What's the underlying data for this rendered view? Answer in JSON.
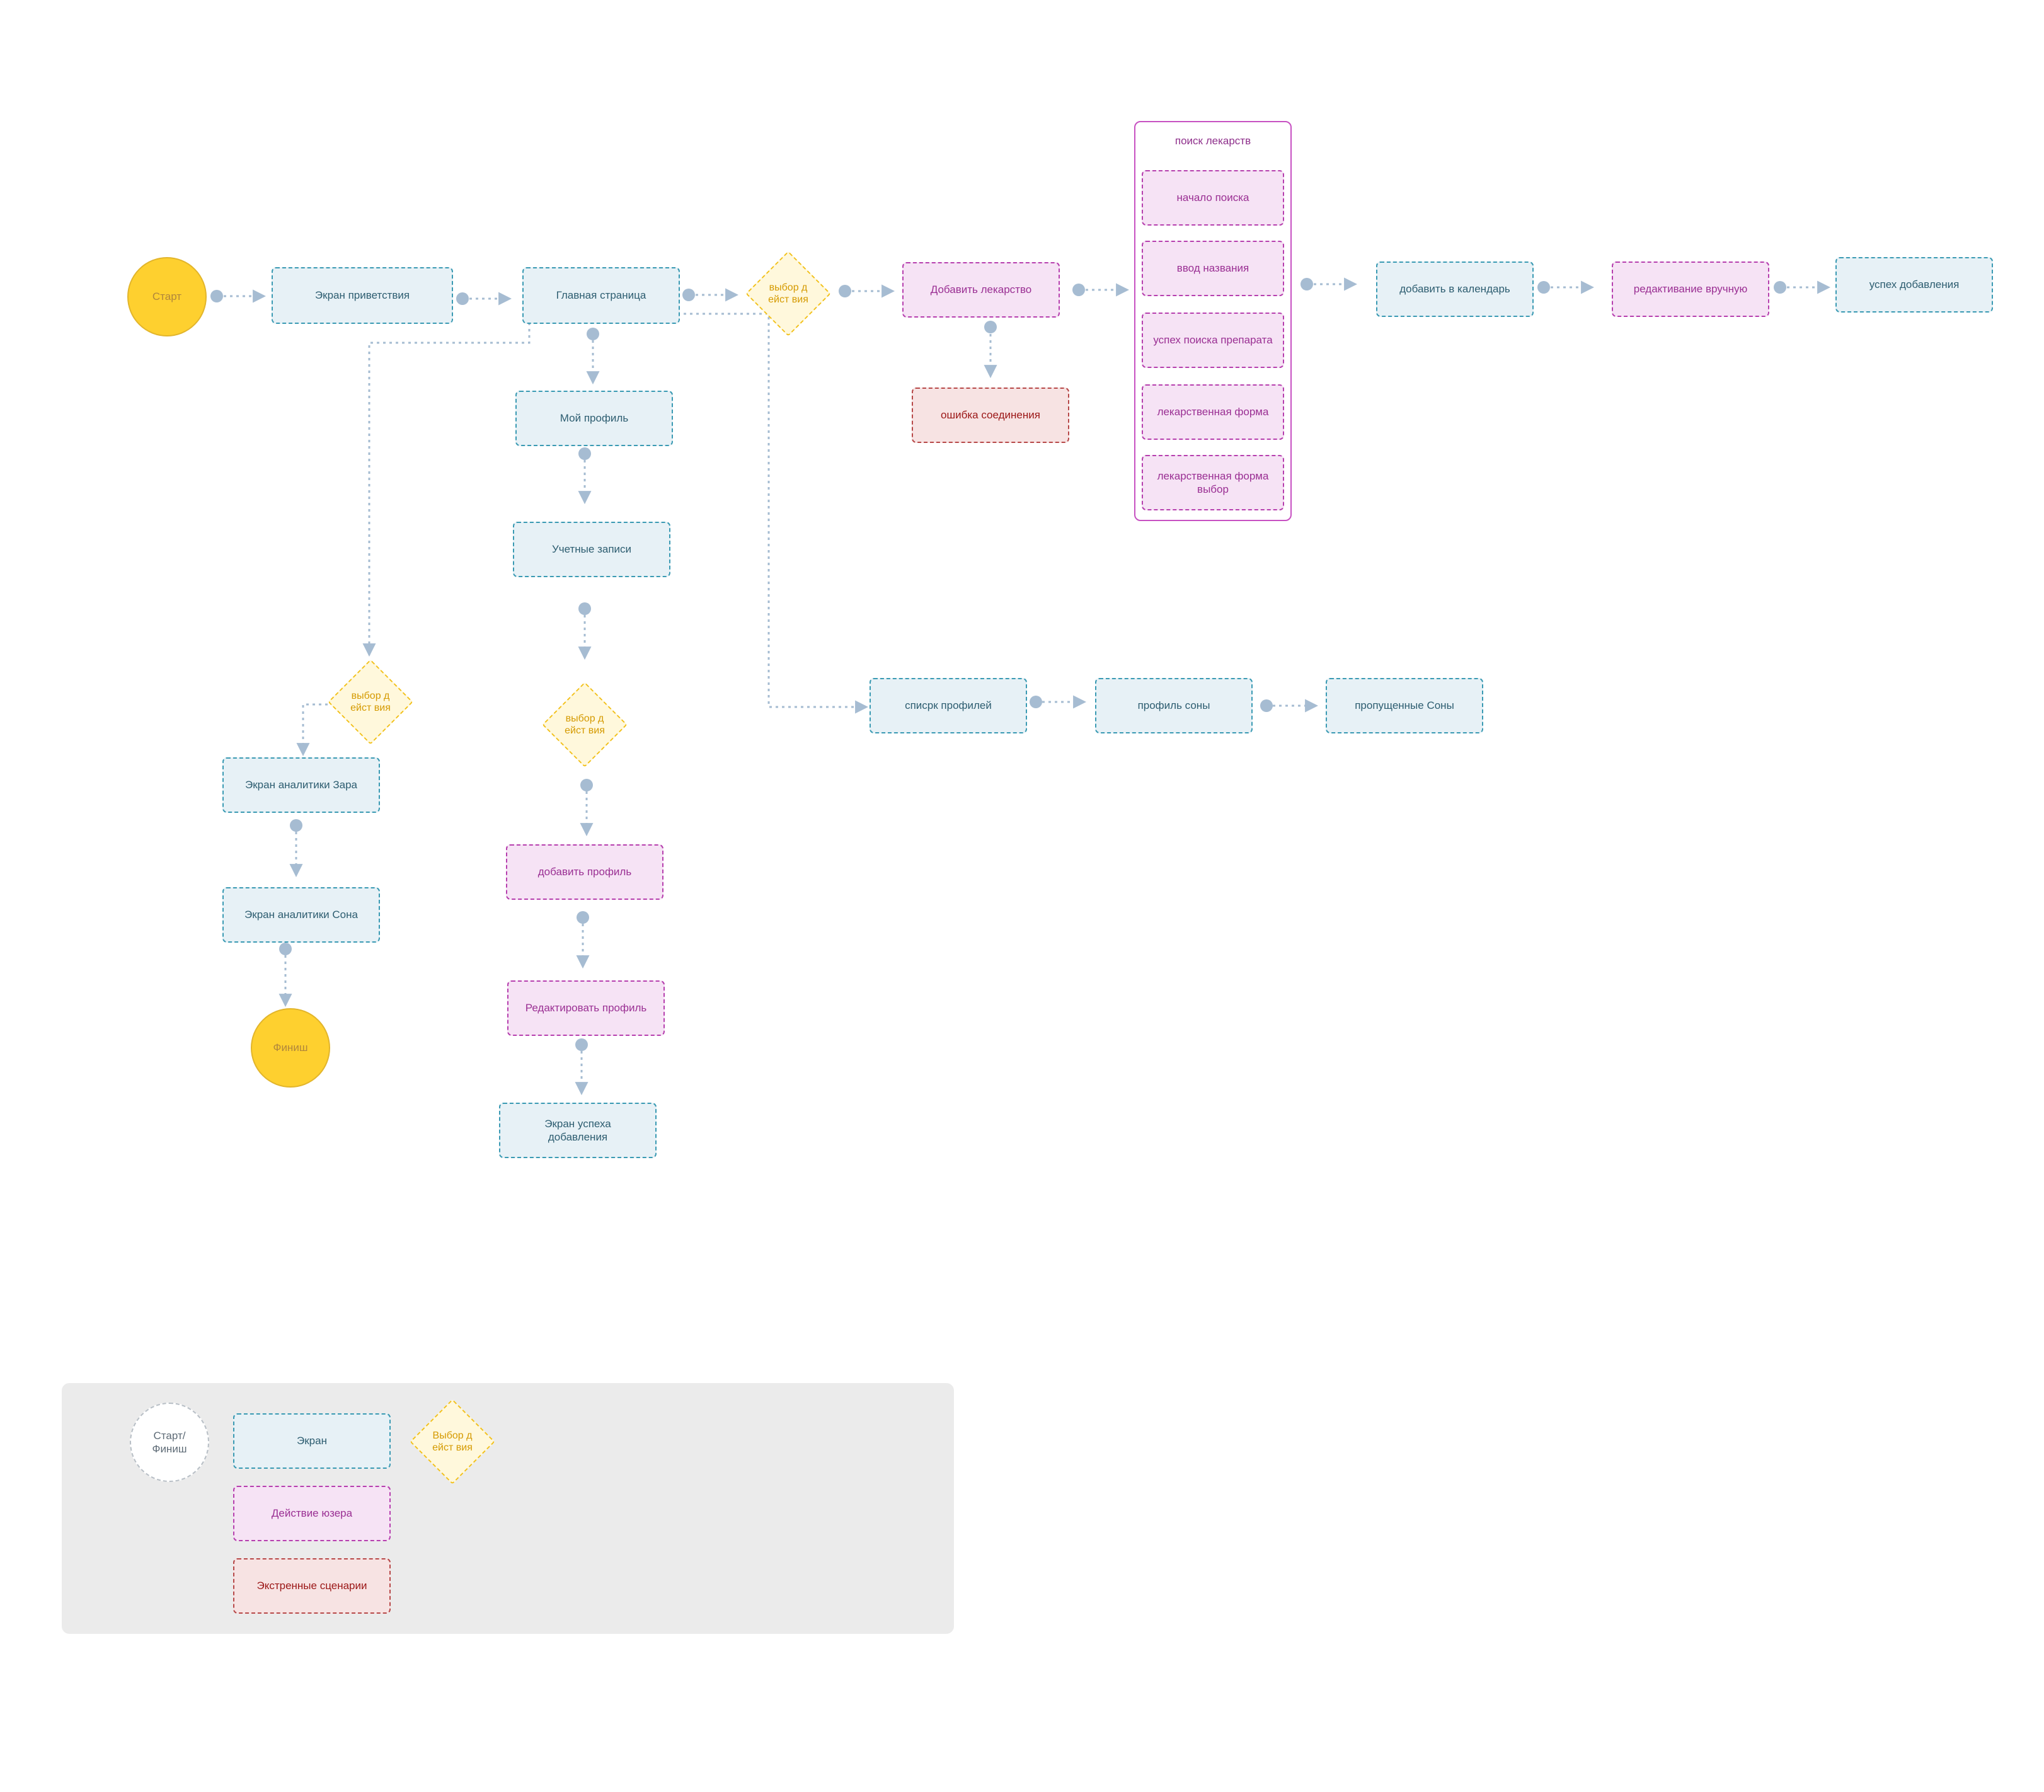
{
  "colors": {
    "screen_bg": "#e7f1f6",
    "screen_border": "#3a9ab3",
    "action_bg": "#f6e3f5",
    "action_border": "#b63fae",
    "error_bg": "#f7e3e3",
    "error_border": "#b74848",
    "start_finish": "#fed02f",
    "decision_border": "#f2c11c",
    "connector": "#a6bcd2",
    "legend_bg": "#ebebeb"
  },
  "nodes": {
    "start": "Старт",
    "welcome": "Экран приветствия",
    "main_page": "Главная страница",
    "decision_top": "выбор дейст вия",
    "add_medicine": "Добавить лекарство",
    "connection_error": "ошибка соединения",
    "add_to_calendar": "добавить в календарь",
    "manual_edit": "редактивание вручную",
    "add_success": "успех добавления",
    "my_profile": "Мой профиль",
    "accounts": "Учетные записи",
    "decision_profile": "выбор дейст вия",
    "add_profile": "добавить профиль",
    "edit_profile": "Редактировать профиль",
    "add_success_screen": "Экран успеха добавления",
    "decision_left": "выбор дейст вия",
    "analytics_zara": "Экран аналитики Зара",
    "analytics_sona": "Экран аналитики Сона",
    "finish": "Финиш",
    "profiles_list": "спиcрк профилей",
    "sona_profile": "профиль соны",
    "sona_missed": "пропущенные Соны"
  },
  "search_group": {
    "title": "поиск лекарств",
    "items": [
      "начало поиска",
      "ввод названия",
      "успех поиска препарата",
      "лекарственная форма",
      "лекарственная форма выбор"
    ]
  },
  "legend": {
    "start_finish": "Старт/ Финиш",
    "screen": "Экран",
    "decision": "Выбор дейст вия",
    "user_action": "Действие юзера",
    "emergency": "Экстренные сценарии"
  }
}
